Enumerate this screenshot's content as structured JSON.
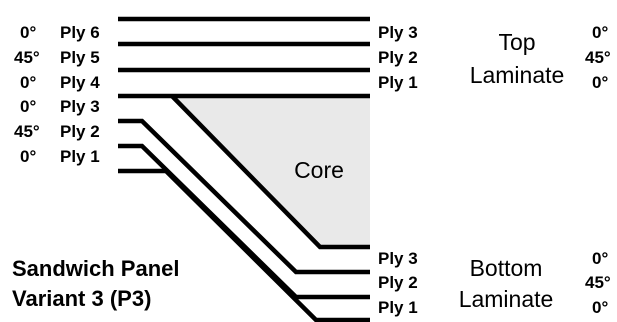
{
  "left_stack": {
    "angles": [
      "0°",
      "45°",
      "0°",
      "0°",
      "45°",
      "0°"
    ],
    "plies": [
      "Ply 6",
      "Ply 5",
      "Ply 4",
      "Ply 3",
      "Ply 2",
      "Ply 1"
    ]
  },
  "top_laminate": {
    "plies": [
      "Ply 3",
      "Ply 2",
      "Ply 1"
    ],
    "label_line1": "Top",
    "label_line2": "Laminate",
    "angles": [
      "0°",
      "45°",
      "0°"
    ]
  },
  "core": {
    "label": "Core",
    "fill_color": "#e9e9e9"
  },
  "bottom_laminate": {
    "plies": [
      "Ply 3",
      "Ply 2",
      "Ply 1"
    ],
    "label_line1": "Bottom",
    "label_line2": "Laminate",
    "angles": [
      "0°",
      "45°",
      "0°"
    ]
  },
  "title": {
    "line1": "Sandwich Panel",
    "line2": "Variant 3 (P3)"
  }
}
